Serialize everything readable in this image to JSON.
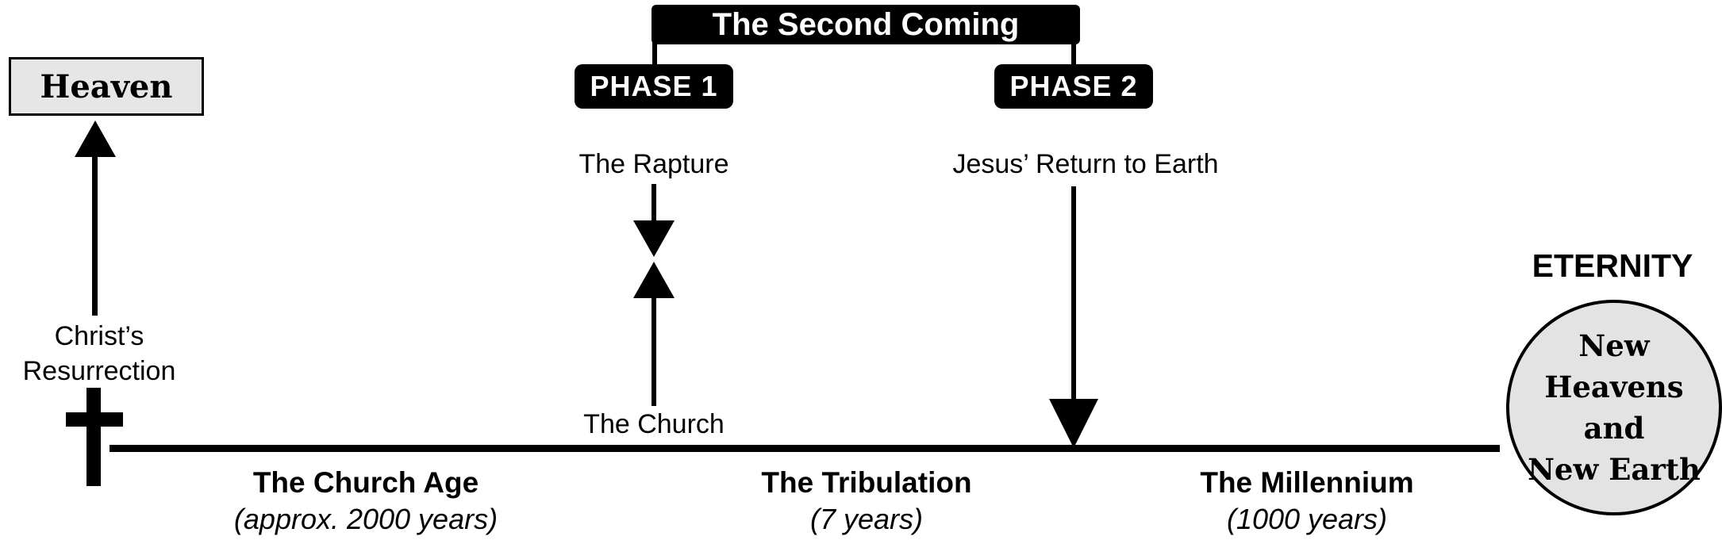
{
  "diagram": {
    "second_coming": {
      "title": "The Second Coming",
      "phase1": {
        "label": "PHASE 1",
        "event": "The Rapture"
      },
      "phase2": {
        "label": "PHASE 2",
        "event": "Jesus’ Return to Earth"
      }
    },
    "heaven": {
      "label": "Heaven"
    },
    "resurrection": {
      "line1": "Christ’s",
      "line2": "Resurrection"
    },
    "church": {
      "label": "The Church"
    },
    "timeline_periods": [
      {
        "name": "The Church Age",
        "duration": "(approx. 2000 years)"
      },
      {
        "name": "The Tribulation",
        "duration": "(7 years)"
      },
      {
        "name": "The Millennium",
        "duration": "(1000 years)"
      }
    ],
    "eternity": {
      "heading": "ETERNITY",
      "circle_lines": [
        "New",
        "Heavens",
        "and",
        "New Earth"
      ]
    },
    "colors": {
      "box_bg": "#000000",
      "box_text": "#ffffff",
      "heaven_bg": "#e6e6e6",
      "circle_bg": "#e3e3e3",
      "line": "#000000"
    }
  }
}
